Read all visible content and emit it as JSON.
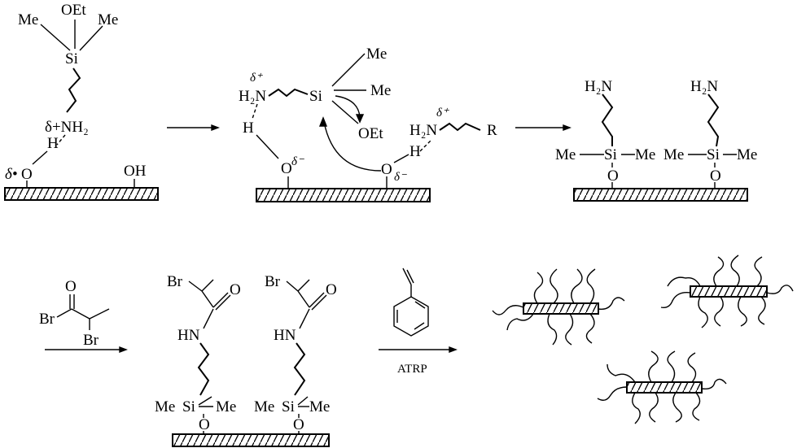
{
  "step1": {
    "me_left": "Me",
    "oet": "OEt",
    "me_right": "Me",
    "si": "Si",
    "delta_plus_nh2": "δ+NH₂",
    "h": "H",
    "delta_dot": "δ•",
    "o": "O",
    "oh": "OH"
  },
  "step2": {
    "delta_plus_a": "δ⁺",
    "h2n_a": "H₂N",
    "si": "Si",
    "me_top": "Me",
    "me_right": "Me",
    "oet": "OEt",
    "h_a": "H",
    "o_a": "O",
    "delta_minus_a": "δ⁻",
    "delta_plus_b": "δ⁺",
    "h2n_b": "H₂N",
    "r": "R",
    "h_b": "H",
    "o_b": "O",
    "delta_minus_b": "δ⁻"
  },
  "step3": {
    "h2n": "H₂N",
    "me": "Me",
    "si": "Si",
    "o": "O"
  },
  "reagent": {
    "o": "O",
    "br_acyl": "Br",
    "br_alpha": "Br"
  },
  "step4": {
    "br": "Br",
    "o_carbonyl": "O",
    "hn": "HN",
    "me": "Me",
    "si": "Si",
    "o": "O"
  },
  "step5": {
    "condition": "ATRP"
  }
}
